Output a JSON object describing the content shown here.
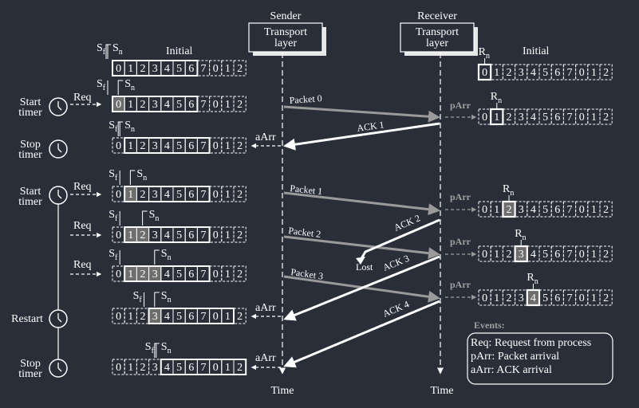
{
  "columns": {
    "sender_label": "Sender",
    "receiver_label": "Receiver",
    "layer_label_line1": "Transport",
    "layer_label_line2": "layer",
    "time_label": "Time"
  },
  "sequence_cells": [
    "0",
    "1",
    "2",
    "3",
    "4",
    "5",
    "6",
    "7",
    "0",
    "1",
    "2"
  ],
  "sender": {
    "initial_label": "Initial",
    "sf": "S",
    "sn": "S",
    "sf_sub": "f",
    "sn_sub": "n"
  },
  "receiver": {
    "initial_label": "Initial",
    "rn": "R",
    "rn_sub": "n"
  },
  "timer_labels": {
    "start_1": [
      "Start",
      "timer"
    ],
    "stop_1": [
      "Stop",
      "timer"
    ],
    "start_2": [
      "Start",
      "timer"
    ],
    "restart": [
      "Restart"
    ],
    "stop_2": [
      "Stop",
      "timer"
    ]
  },
  "event_labels": {
    "req": "Req",
    "parr": "pArr",
    "aarr": "aArr",
    "lost": "Lost"
  },
  "packets": [
    "Packet 0",
    "Packet 1",
    "Packet 2",
    "Packet 3"
  ],
  "acks": [
    "ACK 1",
    "ACK 2",
    "ACK 3",
    "ACK 4"
  ],
  "legend": {
    "title": "Events:",
    "lines": [
      "Req: Request from process",
      "pArr: Packet arrival",
      "aArr: ACK arrival"
    ]
  },
  "colors": {
    "background": "#2a2e39",
    "foreground": "#ffffff",
    "packet_arrow": "#9a9a9a",
    "shaded_cell": "#6e6e6e",
    "parr_text": "#a0a0a0"
  }
}
